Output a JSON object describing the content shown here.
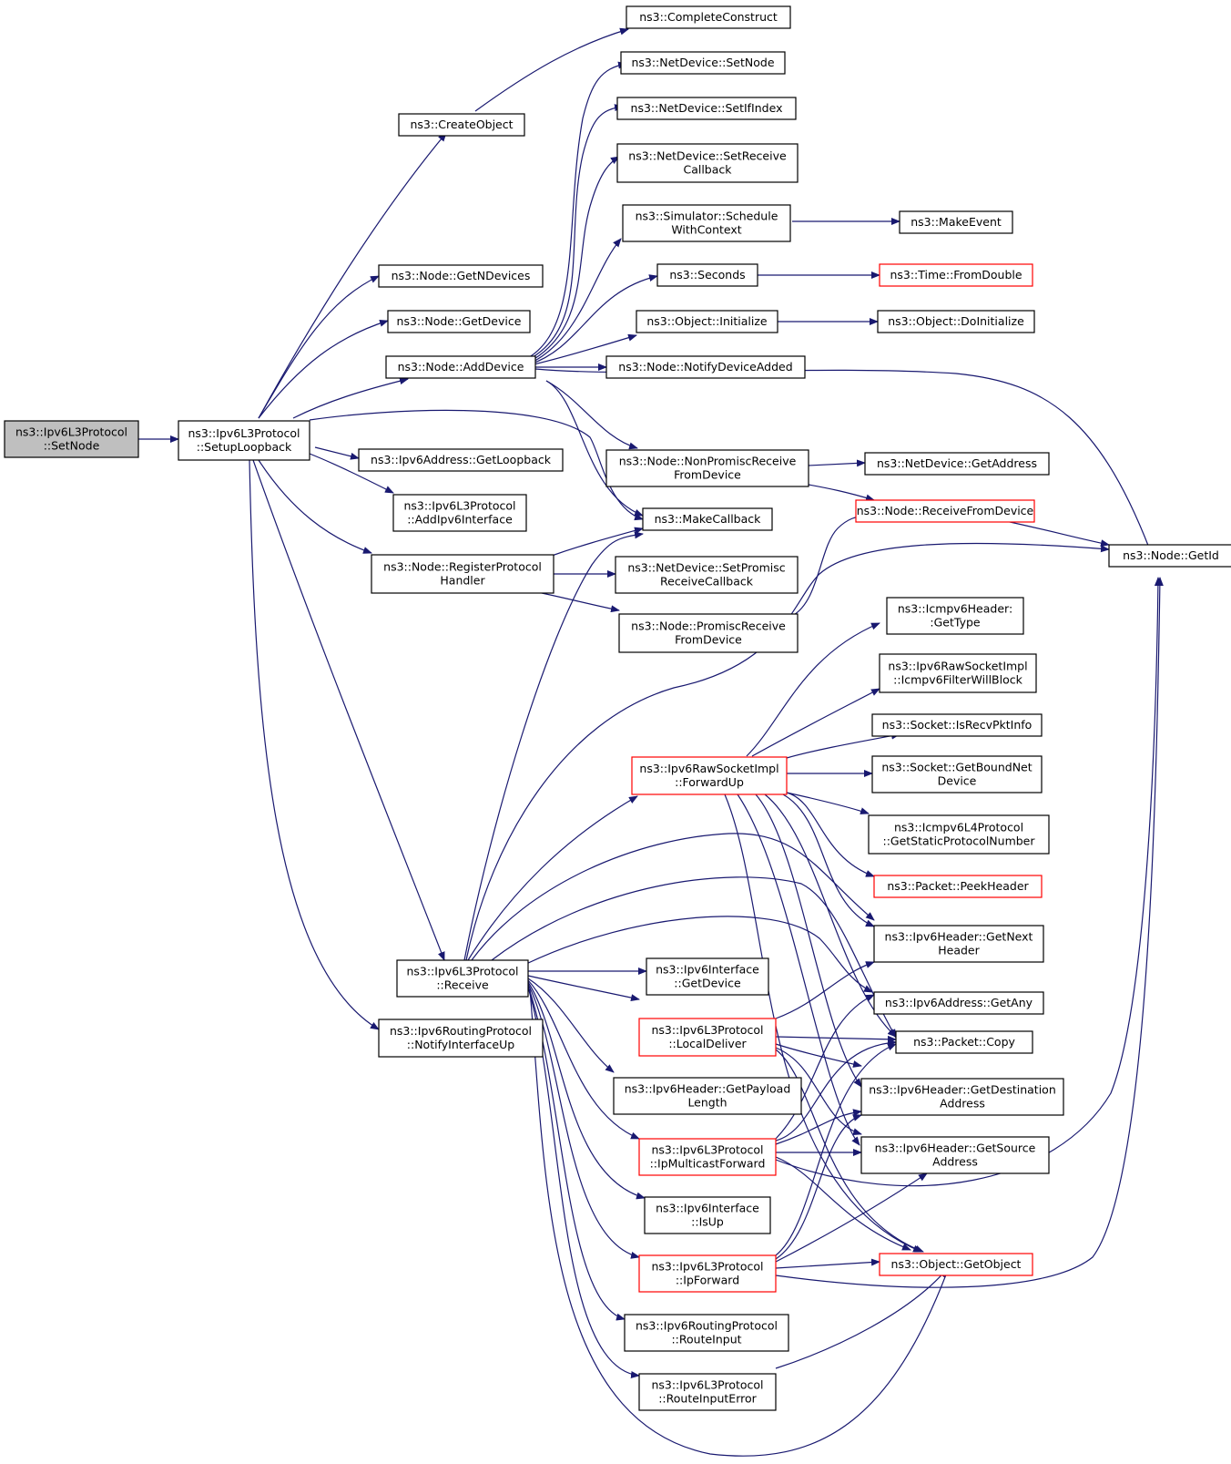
{
  "colors": {
    "edge": "#191970",
    "node_border": "#000000",
    "node_border_truncated": "#ff0000",
    "root_fill": "#bfbfbf",
    "node_fill": "#ffffff"
  },
  "nodes": [
    {
      "id": "setnode",
      "lines": [
        "ns3::Ipv6L3Protocol",
        "::SetNode"
      ],
      "kind": "root"
    },
    {
      "id": "setuploop",
      "lines": [
        "ns3::Ipv6L3Protocol",
        "::SetupLoopback"
      ]
    },
    {
      "id": "createobject",
      "lines": [
        "ns3::CreateObject"
      ]
    },
    {
      "id": "completeconstruct",
      "lines": [
        "ns3::CompleteConstruct"
      ]
    },
    {
      "id": "getndevices",
      "lines": [
        "ns3::Node::GetNDevices"
      ]
    },
    {
      "id": "getdevice",
      "lines": [
        "ns3::Node::GetDevice"
      ]
    },
    {
      "id": "adddevice",
      "lines": [
        "ns3::Node::AddDevice"
      ]
    },
    {
      "id": "nd_setnode",
      "lines": [
        "ns3::NetDevice::SetNode"
      ]
    },
    {
      "id": "nd_setifindex",
      "lines": [
        "ns3::NetDevice::SetIfIndex"
      ]
    },
    {
      "id": "nd_setreceive",
      "lines": [
        "ns3::NetDevice::SetReceive",
        "Callback"
      ]
    },
    {
      "id": "sim_schedule",
      "lines": [
        "ns3::Simulator::Schedule",
        "WithContext"
      ]
    },
    {
      "id": "makeevent",
      "lines": [
        "ns3::MakeEvent"
      ]
    },
    {
      "id": "seconds",
      "lines": [
        "ns3::Seconds"
      ]
    },
    {
      "id": "fromdouble",
      "lines": [
        "ns3::Time::FromDouble"
      ],
      "kind": "truncated"
    },
    {
      "id": "obj_init",
      "lines": [
        "ns3::Object::Initialize"
      ]
    },
    {
      "id": "obj_doinit",
      "lines": [
        "ns3::Object::DoInitialize"
      ]
    },
    {
      "id": "notifydevadded",
      "lines": [
        "ns3::Node::NotifyDeviceAdded"
      ]
    },
    {
      "id": "nonpromisc",
      "lines": [
        "ns3::Node::NonPromiscReceive",
        "FromDevice"
      ]
    },
    {
      "id": "nd_getaddress",
      "lines": [
        "ns3::NetDevice::GetAddress"
      ]
    },
    {
      "id": "recvfromdev",
      "lines": [
        "ns3::Node::ReceiveFromDevice"
      ],
      "kind": "truncated"
    },
    {
      "id": "getid",
      "lines": [
        "ns3::Node::GetId"
      ]
    },
    {
      "id": "getloopback",
      "lines": [
        "ns3::Ipv6Address::GetLoopback"
      ]
    },
    {
      "id": "addipv6if",
      "lines": [
        "ns3::Ipv6L3Protocol",
        "::AddIpv6Interface"
      ]
    },
    {
      "id": "makecallback",
      "lines": [
        "ns3::MakeCallback"
      ]
    },
    {
      "id": "registerproto",
      "lines": [
        "ns3::Node::RegisterProtocol",
        "Handler"
      ]
    },
    {
      "id": "nd_setpromisc",
      "lines": [
        "ns3::NetDevice::SetPromisc",
        "ReceiveCallback"
      ]
    },
    {
      "id": "promiscrecv",
      "lines": [
        "ns3::Node::PromiscReceive",
        "FromDevice"
      ]
    },
    {
      "id": "icmp_gettype",
      "lines": [
        "ns3::Icmpv6Header:",
        ":GetType"
      ]
    },
    {
      "id": "filterblock",
      "lines": [
        "ns3::Ipv6RawSocketImpl",
        "::Icmpv6FilterWillBlock"
      ]
    },
    {
      "id": "isrecvpktinfo",
      "lines": [
        "ns3::Socket::IsRecvPktInfo"
      ]
    },
    {
      "id": "forwardup",
      "lines": [
        "ns3::Ipv6RawSocketImpl",
        "::ForwardUp"
      ],
      "kind": "truncated"
    },
    {
      "id": "getboundnet",
      "lines": [
        "ns3::Socket::GetBoundNet",
        "Device"
      ]
    },
    {
      "id": "getstaticproto",
      "lines": [
        "ns3::Icmpv6L4Protocol",
        "::GetStaticProtocolNumber"
      ]
    },
    {
      "id": "peekheader",
      "lines": [
        "ns3::Packet::PeekHeader"
      ],
      "kind": "truncated"
    },
    {
      "id": "getnextheader",
      "lines": [
        "ns3::Ipv6Header::GetNext",
        "Header"
      ]
    },
    {
      "id": "receive",
      "lines": [
        "ns3::Ipv6L3Protocol",
        "::Receive"
      ]
    },
    {
      "id": "if_getdevice",
      "lines": [
        "ns3::Ipv6Interface",
        "::GetDevice"
      ]
    },
    {
      "id": "getany",
      "lines": [
        "ns3::Ipv6Address::GetAny"
      ]
    },
    {
      "id": "notifyifup",
      "lines": [
        "ns3::Ipv6RoutingProtocol",
        "::NotifyInterfaceUp"
      ]
    },
    {
      "id": "localdeliver",
      "lines": [
        "ns3::Ipv6L3Protocol",
        "::LocalDeliver"
      ],
      "kind": "truncated"
    },
    {
      "id": "packetcopy",
      "lines": [
        "ns3::Packet::Copy"
      ]
    },
    {
      "id": "getpayload",
      "lines": [
        "ns3::Ipv6Header::GetPayload",
        "Length"
      ]
    },
    {
      "id": "getdest",
      "lines": [
        "ns3::Ipv6Header::GetDestination",
        "Address"
      ]
    },
    {
      "id": "ipmulticast",
      "lines": [
        "ns3::Ipv6L3Protocol",
        "::IpMulticastForward"
      ],
      "kind": "truncated"
    },
    {
      "id": "getsource",
      "lines": [
        "ns3::Ipv6Header::GetSource",
        "Address"
      ]
    },
    {
      "id": "if_isup",
      "lines": [
        "ns3::Ipv6Interface",
        "::IsUp"
      ]
    },
    {
      "id": "ipforward",
      "lines": [
        "ns3::Ipv6L3Protocol",
        "::IpForward"
      ],
      "kind": "truncated"
    },
    {
      "id": "getobject",
      "lines": [
        "ns3::Object::GetObject"
      ],
      "kind": "truncated"
    },
    {
      "id": "routeinput",
      "lines": [
        "ns3::Ipv6RoutingProtocol",
        "::RouteInput"
      ]
    },
    {
      "id": "routeinputerr",
      "lines": [
        "ns3::Ipv6L3Protocol",
        "::RouteInputError"
      ]
    }
  ]
}
